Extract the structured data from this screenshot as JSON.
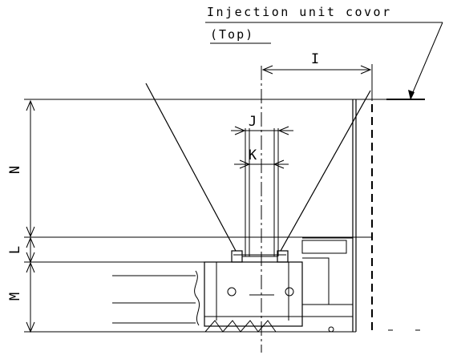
{
  "diagram": {
    "callout": {
      "line1": "Injection unit covor",
      "line2": "(Top)"
    },
    "dimensions": {
      "i": "I",
      "j": "J",
      "k": "K",
      "n": "N",
      "l": "L",
      "m": "M"
    }
  }
}
